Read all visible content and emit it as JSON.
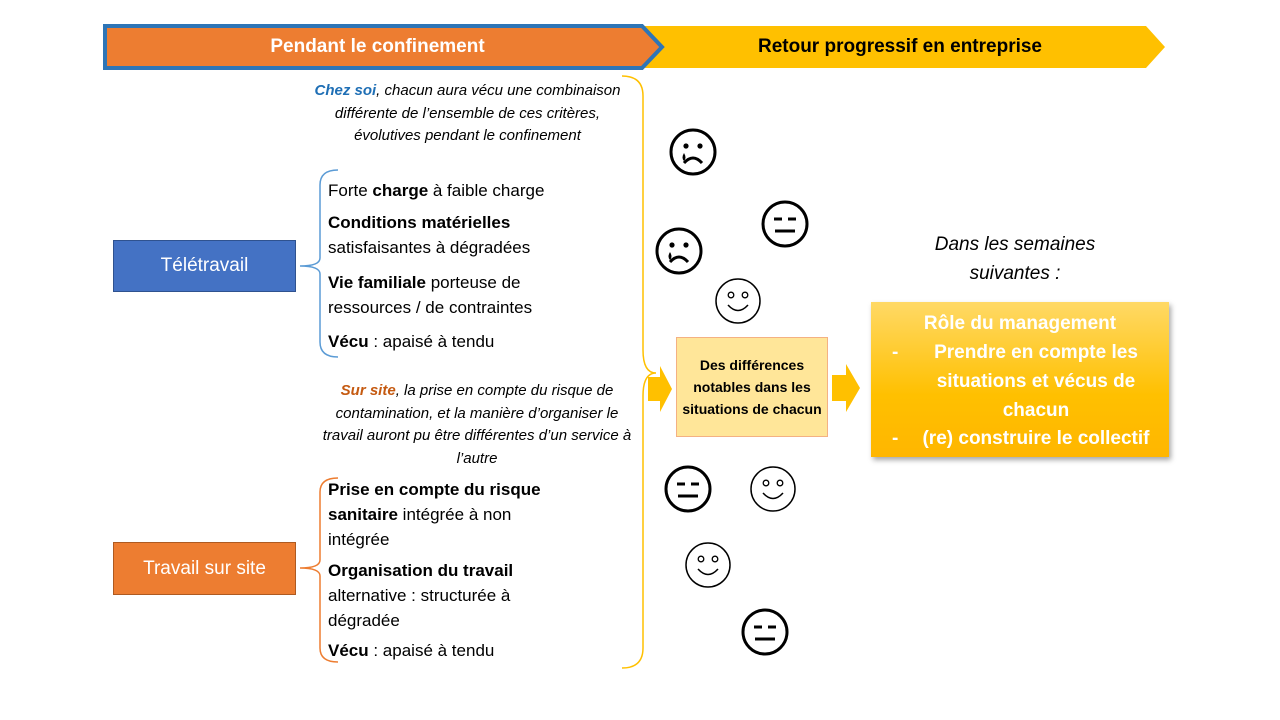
{
  "header": {
    "left_label": "Pendant le confinement",
    "right_label": "Retour progressif en entreprise",
    "left_color": "#ED7D31",
    "left_border": "#2E75B6",
    "right_color": "#FFC000"
  },
  "teletravail": {
    "label": "Télétravail",
    "color": "#4472C4",
    "intro_bold": "Chez soi",
    "intro_text": ", chacun aura vécu une combinaison différente de l’ensemble de ces critères, évolutives pendant le confinement",
    "criteria": [
      {
        "bold_before": "",
        "text_before": "Forte ",
        "bold": "charge",
        "text": " à faible charge"
      },
      {
        "bold_before": "",
        "text_before": "",
        "bold": "Conditions matérielles",
        "text": " satisfaisantes à dégradées"
      },
      {
        "bold_before": "",
        "text_before": "",
        "bold": "Vie familiale",
        "text": " porteuse de ressources / de contraintes"
      },
      {
        "bold_before": "",
        "text_before": "",
        "bold": "Vécu",
        "text": " : apaisé à tendu"
      }
    ]
  },
  "sur_site": {
    "label": "Travail sur site",
    "color": "#ED7D31",
    "intro_bold": "Sur site",
    "intro_text": ", la prise en compte du risque de contamination, et la manière d’organiser le travail auront pu être différentes d’un service à l’autre",
    "criteria": [
      {
        "text_before": "",
        "bold": "Prise en compte du risque sanitaire",
        "text": " intégrée à non intégrée"
      },
      {
        "text_before": "",
        "bold": "Organisation du travail",
        "text": " alternative : structurée à dégradée"
      },
      {
        "text_before": "",
        "bold": "Vécu",
        "text": " : apaisé à tendu"
      }
    ]
  },
  "center": {
    "text": "Des différences notables dans les situations de chacun"
  },
  "semaines": {
    "text": "Dans les semaines suivantes :"
  },
  "management": {
    "title": "Rôle du management",
    "items": [
      {
        "dash": "-",
        "text": "Prendre en compte les situations et vécus de chacun"
      },
      {
        "dash": "-",
        "text": "(re) construire le collectif"
      }
    ]
  },
  "faces": [
    {
      "type": "sad-tear"
    },
    {
      "type": "neutral"
    },
    {
      "type": "sad-tear"
    },
    {
      "type": "smile"
    },
    {
      "type": "neutral"
    },
    {
      "type": "smile"
    },
    {
      "type": "smile"
    },
    {
      "type": "neutral"
    }
  ],
  "colors": {
    "bracket_blue": "#5B9BD5",
    "bracket_orange": "#ED7D31",
    "bracket_yellow": "#FFC000",
    "arrow": "#FFC000"
  }
}
